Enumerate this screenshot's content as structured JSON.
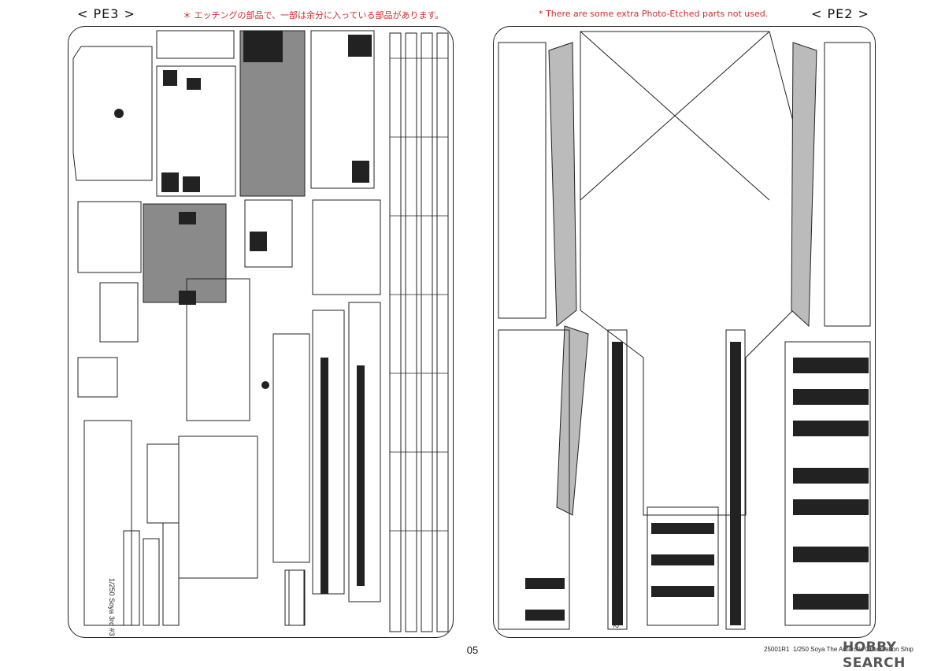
{
  "sheets": {
    "left_label": "< PE3 >",
    "right_label": "< PE2 >",
    "left_stamp": "1/250 Soya 3rd #3",
    "right_stamp": "1/250 Soya 3rd #2"
  },
  "notes": {
    "jp": "＊ エッチングの部品で、一部は余分に入っている部品があります。",
    "en": "* There are some extra Photo-Etched parts not used."
  },
  "page_number": "05",
  "footer": {
    "code": "25001R1",
    "text": "1/250 Soya The Antarctic Observation Ship"
  },
  "watermark": "HOBBY SEARCH",
  "colors": {
    "note": "#d62828",
    "metal": "#222222",
    "panel": "#8a8a8a"
  }
}
